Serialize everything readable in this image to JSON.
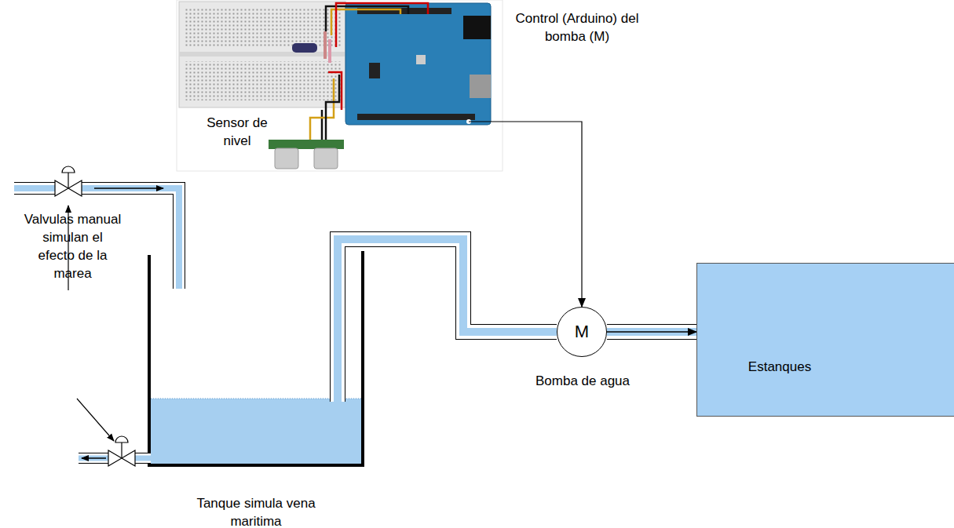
{
  "diagram": {
    "nodes": [
      {
        "text": [
          "Control (Arduino) del bomba (M)"
        ]
      },
      {
        "text": [
          "Tanque simula vena maritima"
        ]
      },
      {
        "text": [
          "M",
          "Bomba de agua"
        ]
      },
      {
        "text": [
          "Estanques"
        ]
      }
    ],
    "edges": [
      {
        "from": 0,
        "to": 2,
        "arrow": "to"
      },
      {
        "from": 1,
        "to": 2,
        "arrow": "none"
      },
      {
        "from": 2,
        "to": 3,
        "arrow": "to"
      }
    ],
    "labels": [
      "Sensor de nivel",
      "Valvulas manual simulan el efecto de la marea"
    ]
  }
}
